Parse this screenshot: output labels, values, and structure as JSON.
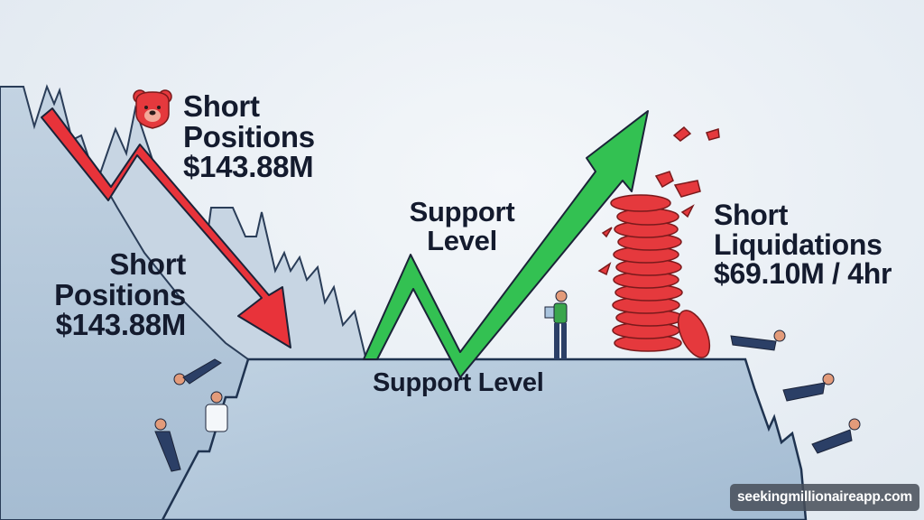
{
  "labels": {
    "top": {
      "line1": "Short",
      "line2": "Positions",
      "line3": "$143.88M"
    },
    "left": {
      "line1": "Short",
      "line2": "Positions",
      "line3": "$143.88M"
    },
    "middle": {
      "line1": "Support",
      "line2": "Level"
    },
    "floor": "Support Level",
    "right": {
      "line1": "Short",
      "line2": "Liquidations",
      "line3": "$69.10M / 4hr"
    }
  },
  "watermark": "seekingmillionaireapp.com",
  "icons": [
    "bear-icon",
    "down-arrow-red",
    "up-arrow-green",
    "coin-stack-red",
    "falling-businessmen",
    "analyst-with-tablet"
  ],
  "colors": {
    "red_arrow": "#e8333a",
    "green_arrow": "#33c152",
    "coins": "#e5393d",
    "mountain": "#a9bfd4",
    "outline": "#1f3350",
    "text": "#141b2e"
  }
}
